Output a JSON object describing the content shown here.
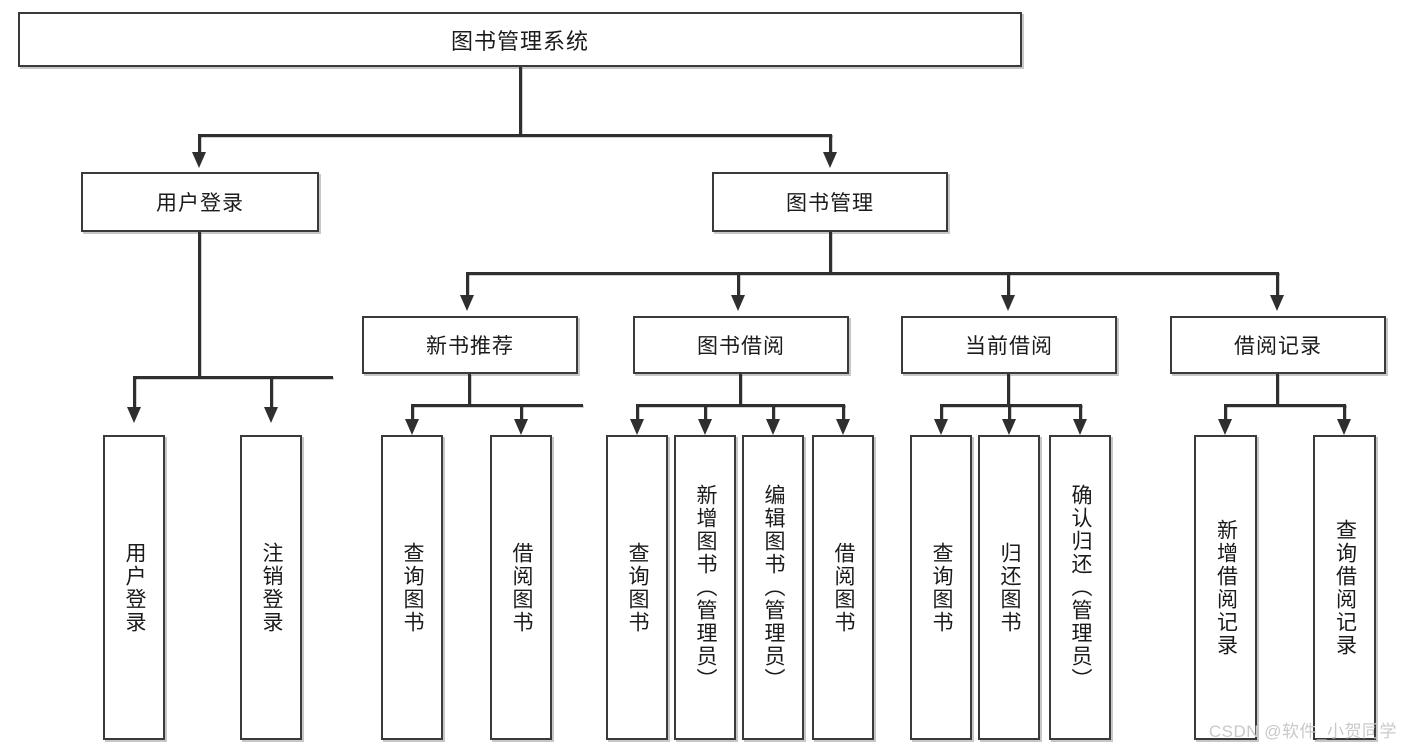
{
  "diagram": {
    "title": "图书管理系统",
    "root": {
      "label": "图书管理系统"
    },
    "level1": [
      {
        "label": "用户登录"
      },
      {
        "label": "图书管理"
      }
    ],
    "level2": [
      {
        "label": "新书推荐"
      },
      {
        "label": "图书借阅"
      },
      {
        "label": "当前借阅"
      },
      {
        "label": "借阅记录"
      }
    ],
    "leaves": {
      "user_login": [
        {
          "label": "用户登录"
        },
        {
          "label": "注销登录"
        }
      ],
      "new_book_recommend": [
        {
          "label": "查询图书"
        },
        {
          "label": "借阅图书"
        }
      ],
      "book_borrow": [
        {
          "label": "查询图书"
        },
        {
          "label": "新增图书（管理员）"
        },
        {
          "label": "编辑图书（管理员）"
        },
        {
          "label": "借阅图书"
        }
      ],
      "current_borrow": [
        {
          "label": "查询图书"
        },
        {
          "label": "归还图书"
        },
        {
          "label": "确认归还（管理员）"
        }
      ],
      "borrow_record": [
        {
          "label": "新增借阅记录"
        },
        {
          "label": "查询借阅记录"
        }
      ]
    }
  },
  "watermark": {
    "text": "CSDN @软件_小贺同学"
  },
  "colors": {
    "background": "#ffffff",
    "border": "#3a3a3a",
    "line": "#2f2f2f",
    "text": "#1b1b1b",
    "watermark": "#c9c9c9"
  }
}
